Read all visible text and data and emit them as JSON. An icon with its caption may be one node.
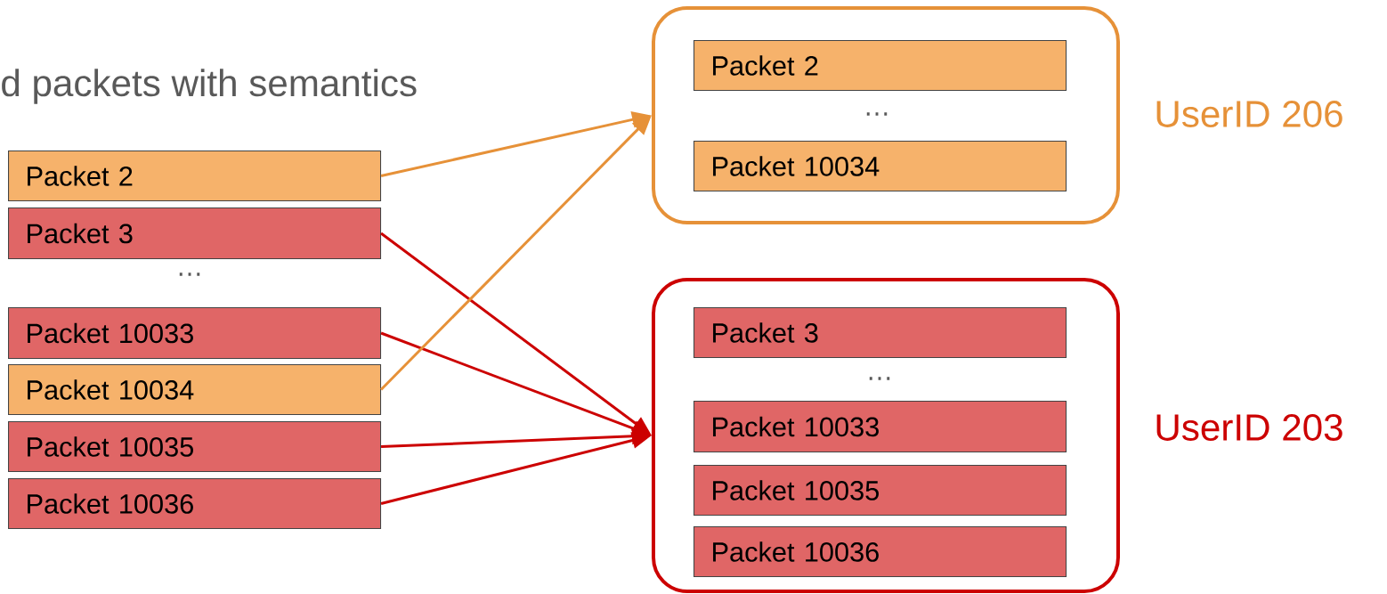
{
  "diagram": {
    "nodes": [
      {
        "text": [
          "Packet 2"
        ]
      },
      {
        "text": [
          "Packet 3"
        ]
      },
      {
        "text": [
          "Packet 10033"
        ]
      },
      {
        "text": [
          "Packet 10034"
        ]
      },
      {
        "text": [
          "Packet 10035"
        ]
      },
      {
        "text": [
          "Packet 10036"
        ]
      },
      {
        "text": [],
        "shape": "box",
        "beside": [
          "UserID 206"
        ]
      },
      {
        "text": [
          "Packet 2"
        ],
        "in": 6
      },
      {
        "text": [
          "Packet 10034"
        ],
        "in": 6
      },
      {
        "text": [],
        "shape": "box",
        "beside": [
          "UserID 203"
        ]
      },
      {
        "text": [
          "Packet 3"
        ],
        "in": 9
      },
      {
        "text": [
          "Packet 10033"
        ],
        "in": 9
      },
      {
        "text": [
          "Packet 10035"
        ],
        "in": 9
      },
      {
        "text": [
          "Packet 10036"
        ],
        "in": 9
      }
    ],
    "edges": [
      {
        "from": 0,
        "to": 6,
        "arrow": "to",
        "color": "#e69138"
      },
      {
        "from": 1,
        "to": 9,
        "arrow": "to"
      },
      {
        "from": 2,
        "to": 9,
        "arrow": "to"
      },
      {
        "from": 3,
        "to": 6,
        "arrow": "to",
        "color": "#e69138"
      },
      {
        "from": 4,
        "to": 9,
        "arrow": "to"
      },
      {
        "from": 5,
        "to": 9,
        "arrow": "to"
      }
    ],
    "labels": [
      "d packets with semantics",
      "…",
      "…",
      "…"
    ]
  }
}
